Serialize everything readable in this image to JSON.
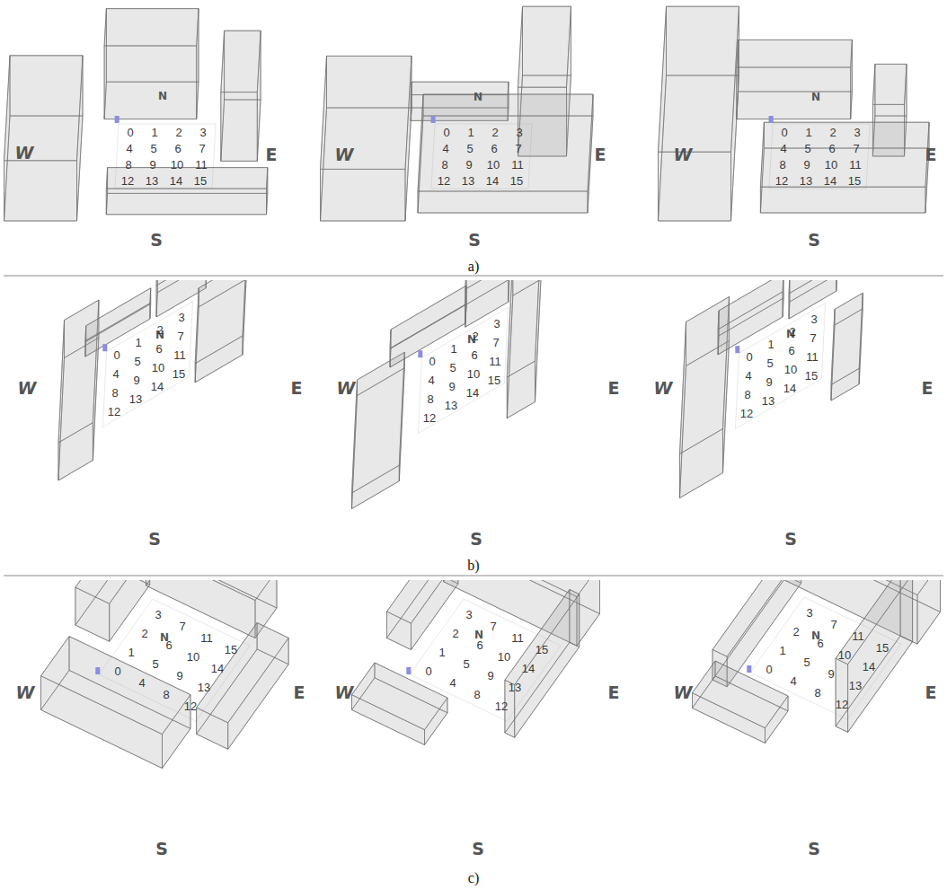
{
  "diagram": {
    "labels": [
      "N",
      "W",
      "E",
      "S",
      "0",
      "1",
      "2",
      "3",
      "4",
      "5",
      "6",
      "7",
      "8",
      "9",
      "10",
      "11",
      "12",
      "13",
      "14",
      "15",
      "N",
      "W",
      "E",
      "S",
      "0",
      "1",
      "2",
      "3",
      "4",
      "5",
      "6",
      "7",
      "8",
      "9",
      "10",
      "11",
      "12",
      "13",
      "14",
      "15",
      "N",
      "W",
      "E",
      "S",
      "0",
      "1",
      "2",
      "3",
      "4",
      "5",
      "6",
      "7",
      "8",
      "9",
      "10",
      "11",
      "12",
      "13",
      "14",
      "15",
      "a)",
      "N",
      "W",
      "E",
      "S",
      "0",
      "1",
      "2",
      "3",
      "4",
      "5",
      "6",
      "7",
      "8",
      "9",
      "10",
      "11",
      "12",
      "13",
      "14",
      "15",
      "N",
      "W",
      "E",
      "S",
      "0",
      "1",
      "2",
      "3",
      "4",
      "5",
      "6",
      "7",
      "8",
      "9",
      "10",
      "11",
      "12",
      "13",
      "14",
      "15",
      "N",
      "W",
      "E",
      "S",
      "0",
      "1",
      "2",
      "3",
      "4",
      "5",
      "6",
      "7",
      "8",
      "9",
      "10",
      "11",
      "12",
      "13",
      "14",
      "15",
      "b)",
      "N",
      "W",
      "E",
      "S",
      "0",
      "1",
      "2",
      "3",
      "4",
      "5",
      "6",
      "7",
      "8",
      "9",
      "10",
      "11",
      "12",
      "13",
      "14",
      "15",
      "N",
      "W",
      "E",
      "S",
      "0",
      "1",
      "2",
      "3",
      "4",
      "5",
      "6",
      "7",
      "8",
      "9",
      "10",
      "11",
      "12",
      "13",
      "14",
      "15",
      "N",
      "W",
      "E",
      "S",
      "0",
      "1",
      "2",
      "3",
      "4",
      "5",
      "6",
      "7",
      "8",
      "9",
      "10",
      "11",
      "12",
      "13",
      "14",
      "15",
      "c)"
    ]
  }
}
